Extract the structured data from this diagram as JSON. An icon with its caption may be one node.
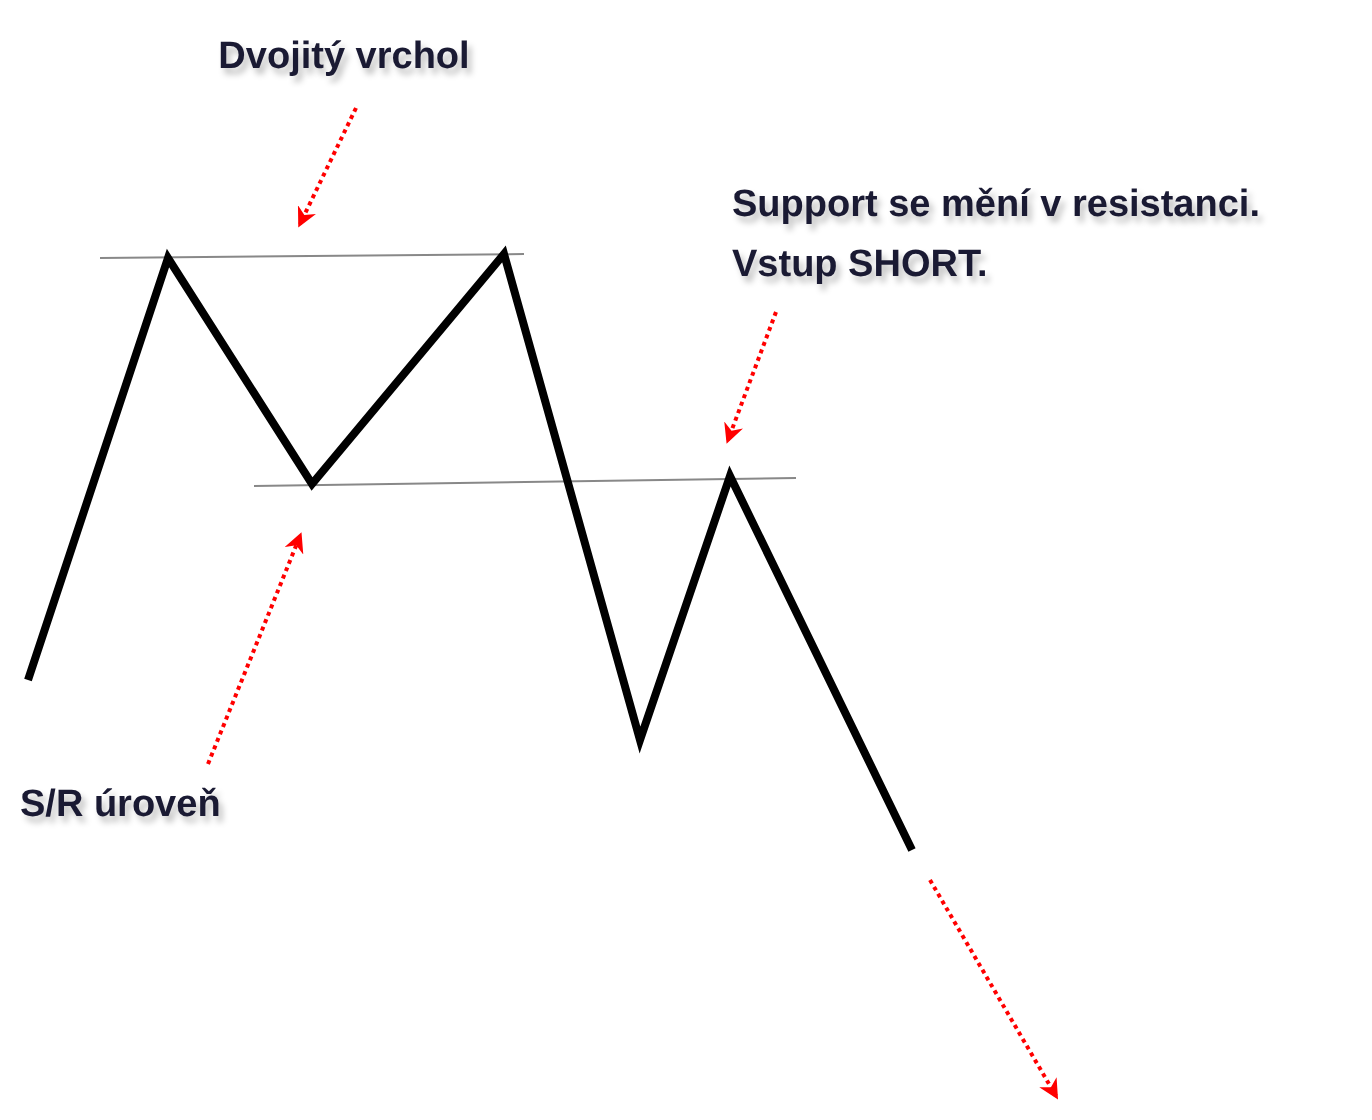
{
  "diagram": {
    "nodes": [
      {
        "text": [
          "Dvojitý vrchol"
        ]
      },
      {
        "text": [
          "Support se mění v resistanci. Vstup SHORT."
        ]
      },
      {
        "text": [
          "S/R úroveň"
        ]
      }
    ],
    "edges": [
      {
        "from": 0,
        "to": null,
        "arrow": "to",
        "style": "dashed",
        "color": "#ff0000"
      },
      {
        "from": 1,
        "to": null,
        "arrow": "to",
        "style": "dashed",
        "color": "#ff0000"
      },
      {
        "from": 2,
        "to": null,
        "arrow": "to",
        "style": "dashed",
        "color": "#ff0000"
      }
    ]
  }
}
